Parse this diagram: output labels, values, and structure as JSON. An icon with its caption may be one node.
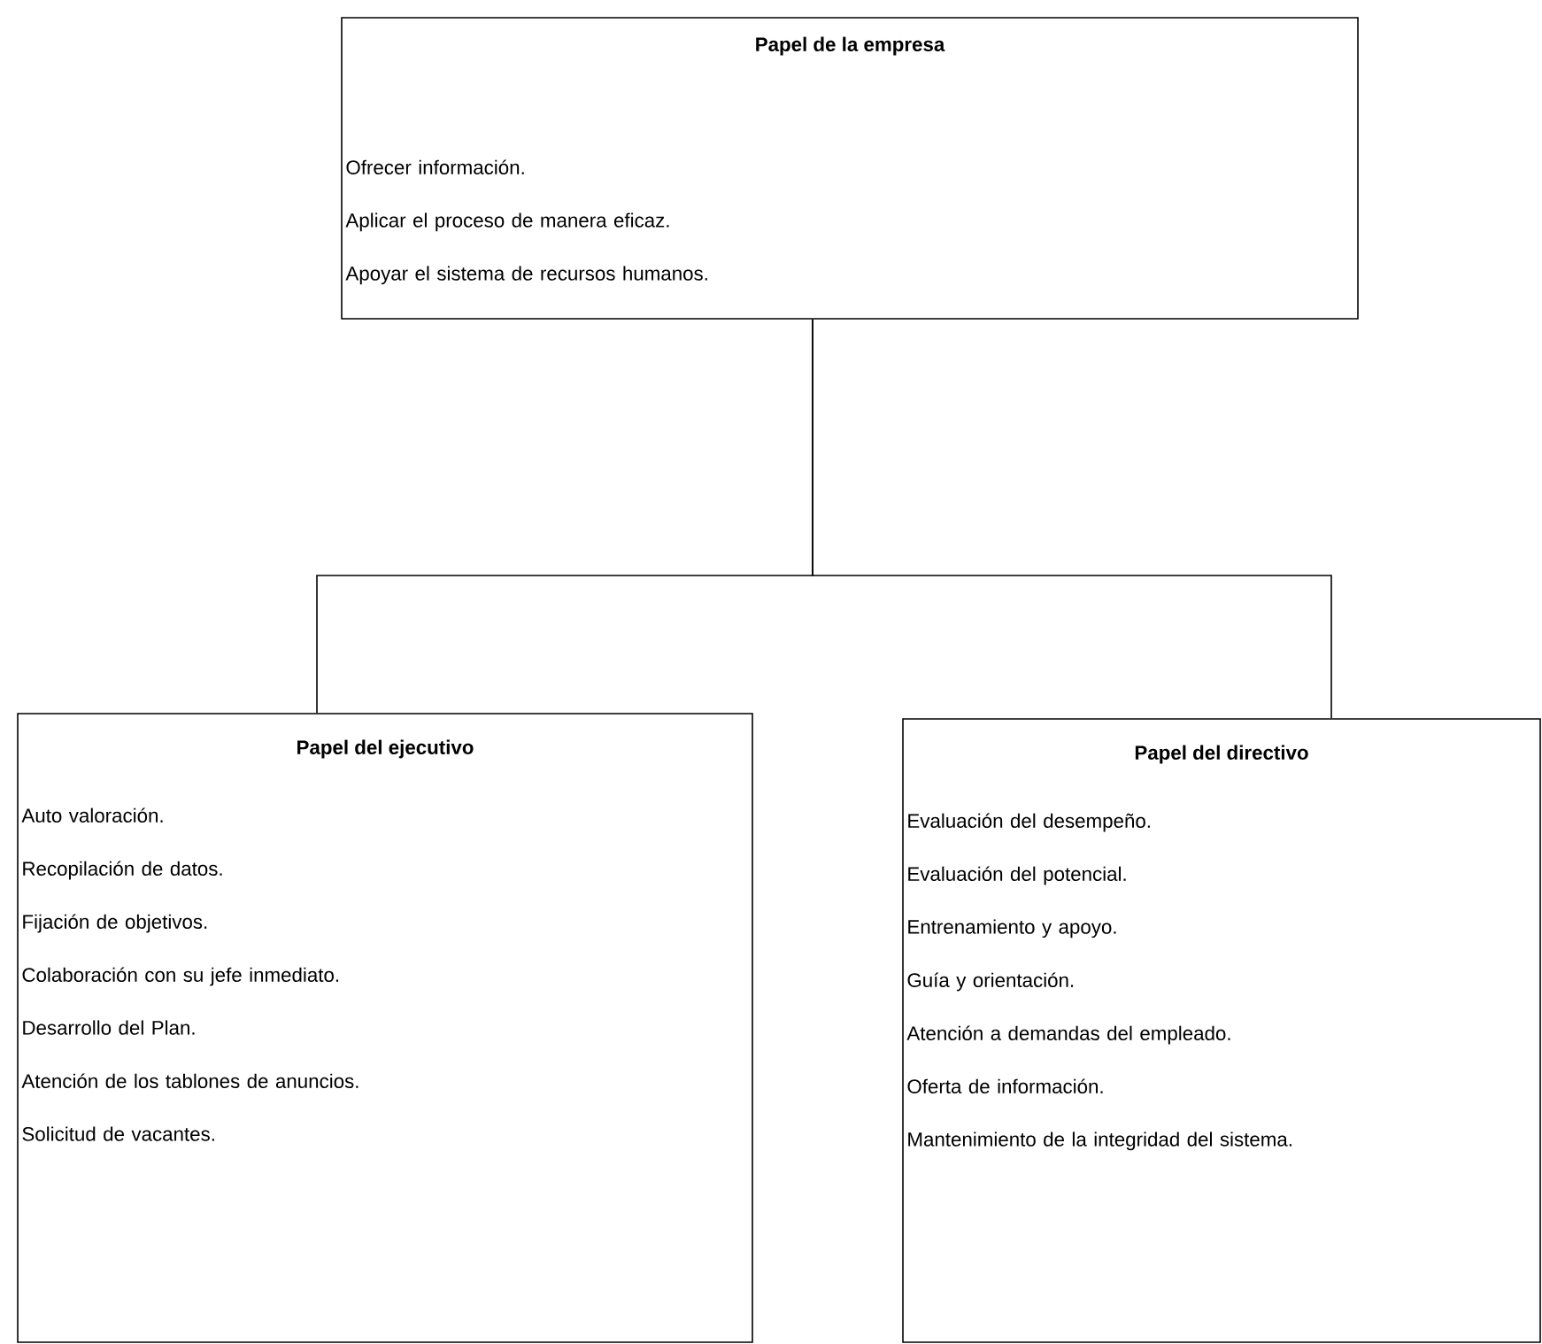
{
  "diagram": {
    "nodes": [
      {
        "text": [
          "Papel de la empresa",
          "Ofrecer información.",
          "Aplicar el proceso de manera eficaz.",
          "Apoyar el sistema de recursos humanos."
        ]
      },
      {
        "text": [
          "Papel del ejecutivo",
          "Auto valoración.",
          "Recopilación de datos.",
          "Fijación de objetivos.",
          "Colaboración con su jefe inmediato.",
          "Desarrollo del Plan.",
          "Atención de los tablones de anuncios.",
          "Solicitud de vacantes."
        ]
      },
      {
        "text": [
          "Papel del directivo",
          "Evaluación del desempeño.",
          "Evaluación del potencial.",
          "Entrenamiento y apoyo.",
          "Guía y orientación.",
          "Atención a demandas del empleado.",
          "Oferta de información.",
          "Mantenimiento de la integridad del sistema."
        ]
      }
    ],
    "edges": [
      {
        "from": 0,
        "to": 1,
        "arrow": "none"
      },
      {
        "from": 0,
        "to": 2,
        "arrow": "none"
      }
    ]
  }
}
